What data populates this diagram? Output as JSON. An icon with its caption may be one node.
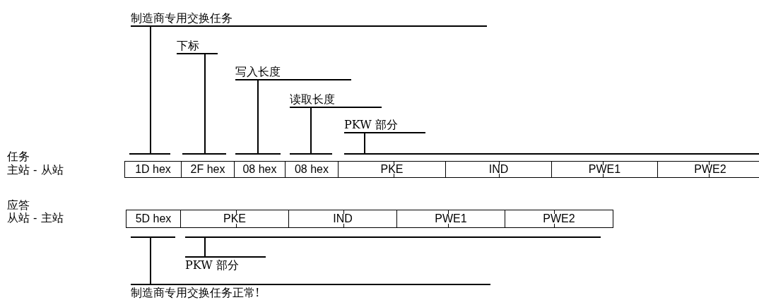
{
  "diagram": {
    "nodes": [
      {
        "text": [
          "制造商专用交换任务"
        ]
      },
      {
        "text": [
          "下标"
        ]
      },
      {
        "text": [
          "写入长度"
        ]
      },
      {
        "text": [
          "读取长度"
        ]
      },
      {
        "text": [
          "PKW 部分"
        ]
      },
      {
        "text": [],
        "shape": "bar"
      },
      {
        "text": [],
        "shape": "bar"
      },
      {
        "text": [],
        "shape": "bar"
      },
      {
        "text": [],
        "shape": "bar"
      },
      {
        "text": [],
        "shape": "bar"
      },
      {
        "text": [
          "1D hex"
        ]
      },
      {
        "text": [
          "2F hex"
        ]
      },
      {
        "text": [
          "08 hex"
        ]
      },
      {
        "text": [
          "08 hex"
        ]
      },
      {
        "text": [
          "PKE"
        ]
      },
      {
        "text": [
          "IND"
        ]
      },
      {
        "text": [
          "PWE1"
        ]
      },
      {
        "text": [
          "PWE2"
        ]
      },
      {
        "text": [
          "5D hex"
        ]
      },
      {
        "text": [
          "PKE"
        ]
      },
      {
        "text": [
          "IND"
        ]
      },
      {
        "text": [
          "PWE1"
        ]
      },
      {
        "text": [
          "PWE2"
        ]
      },
      {
        "text": [],
        "shape": "bar"
      },
      {
        "text": [],
        "shape": "bar"
      },
      {
        "text": [
          "PKW 部分"
        ]
      },
      {
        "text": [
          "制造商专用交换任务正常!"
        ]
      }
    ],
    "edges": [
      {
        "from": 0,
        "to": 5,
        "arrow": "none"
      },
      {
        "from": 1,
        "to": 6,
        "arrow": "none"
      },
      {
        "from": 2,
        "to": 7,
        "arrow": "none"
      },
      {
        "from": 3,
        "to": 8,
        "arrow": "none"
      },
      {
        "from": 4,
        "to": 9,
        "arrow": "none"
      },
      {
        "from": 25,
        "to": 24,
        "arrow": "none"
      },
      {
        "from": 26,
        "to": 23,
        "arrow": "none"
      }
    ],
    "labels": [
      "任务",
      "主站 - 从站",
      "应答",
      "从站 - 主站"
    ]
  }
}
